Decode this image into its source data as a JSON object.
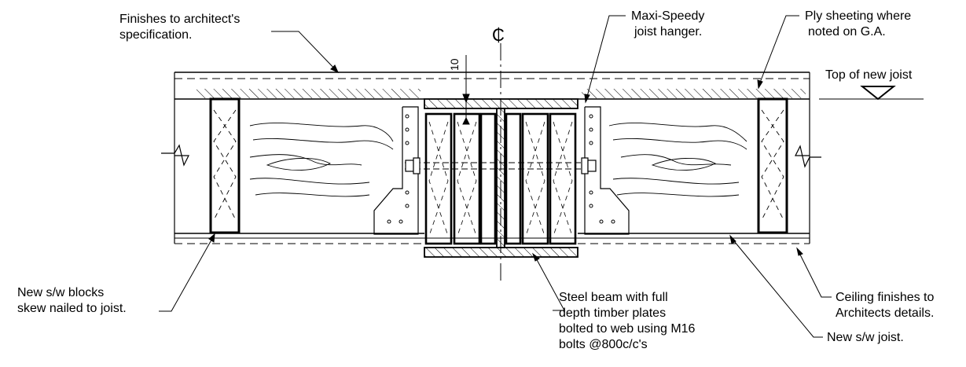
{
  "annotations": {
    "finishes": [
      "Finishes to architect's",
      "specification."
    ],
    "hanger": [
      "Maxi-Speedy",
      "joist hanger."
    ],
    "ply": [
      "Ply sheeting where",
      "noted on G.A."
    ],
    "top_joist": "Top of new joist",
    "blocks": [
      "New s/w blocks",
      "skew nailed to joist."
    ],
    "steel": [
      "Steel beam with full",
      "depth timber plates",
      "bolted to web using M16",
      "bolts @800c/c's"
    ],
    "ceiling": [
      "Ceiling finishes to",
      "Architects details."
    ],
    "new_joist": "New s/w joist."
  },
  "centerline_symbol": "₵",
  "dimension": "10"
}
